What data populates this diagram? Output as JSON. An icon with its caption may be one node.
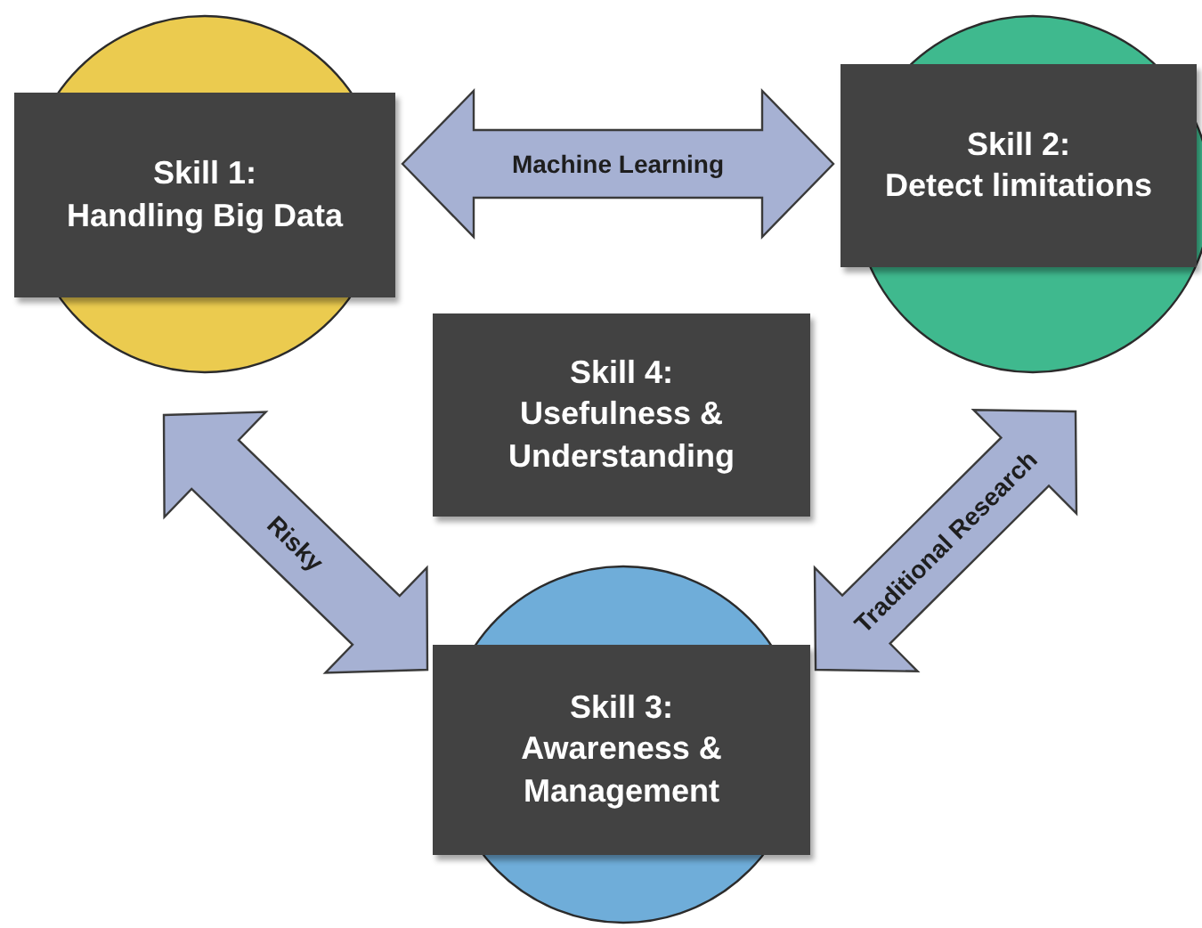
{
  "diagram": {
    "nodes": [
      {
        "text": [
          "Skill 1:",
          "Handling Big Data"
        ]
      },
      {
        "text": [
          "Skill 2:",
          "Detect limitations"
        ]
      },
      {
        "text": [
          "Skill 3:",
          "Awareness & Management"
        ]
      },
      {
        "text": [
          "Skill 4:",
          "Usefulness & Understanding"
        ]
      }
    ],
    "edges": [
      {
        "from": 0,
        "to": 1,
        "arrow": "both",
        "label": "Machine Learning"
      },
      {
        "from": 0,
        "to": 2,
        "arrow": "both",
        "label": "Risky"
      },
      {
        "from": 1,
        "to": 2,
        "arrow": "both",
        "label": "Traditional Research"
      }
    ]
  }
}
